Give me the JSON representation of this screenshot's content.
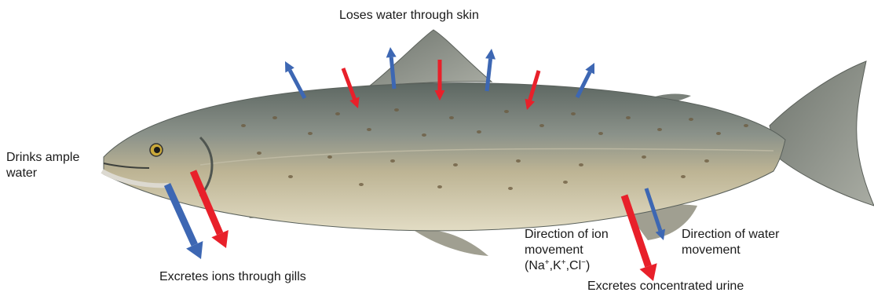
{
  "colors": {
    "water_arrow": "#3d67b3",
    "ion_arrow": "#e8202a",
    "fish_back": "#69736e",
    "fish_belly": "#d7cfb2",
    "fins": "#8a8a82",
    "spots": "#6b5a3e"
  },
  "labels": {
    "skin": "Loses water through skin",
    "drinks_line1": "Drinks ample",
    "drinks_line2": "water",
    "gills": "Excretes ions through gills",
    "ion_direction_line1": "Direction of ion",
    "ion_direction_line2": "movement",
    "ion_list": {
      "open": "(Na",
      "na_charge": "+",
      "k": ",K",
      "k_charge": "+",
      "cl": ",Cl",
      "cl_charge": "−",
      "close": ")"
    },
    "water_direction_line1": "Direction of water",
    "water_direction_line2": "movement",
    "urine": "Excretes concentrated urine"
  }
}
